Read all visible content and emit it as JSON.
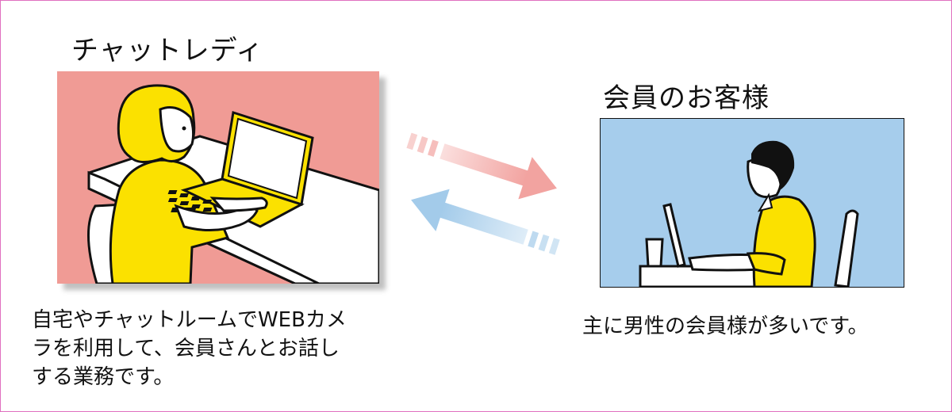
{
  "chat_lady": {
    "title": "チャットレディ",
    "description_lines": [
      "自宅やチャットルームでWEBカメ",
      "ラを利用して、会員さんとお話し",
      "する業務です。"
    ]
  },
  "customer": {
    "title": "会員のお客様",
    "description": "主に男性の会員様が多いです。"
  },
  "colors": {
    "left_panel_bg": "#f09b95",
    "right_panel_bg": "#a6cdec",
    "accent_yellow": "#fbe100",
    "arrow_pink": "#f2a3a0",
    "arrow_blue": "#a3cbea"
  }
}
